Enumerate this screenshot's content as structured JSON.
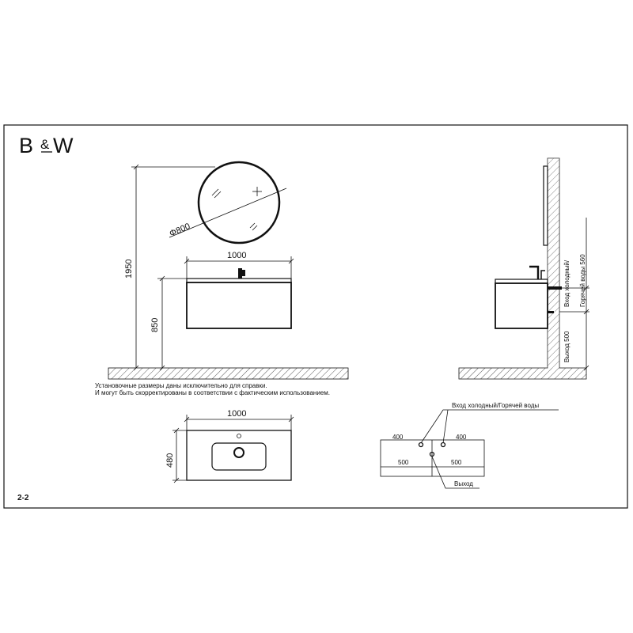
{
  "brand": {
    "logo_b": "B",
    "logo_amp": "&",
    "logo_w": "W"
  },
  "sheet_number": "2-2",
  "front_view": {
    "mirror_diameter": "Φ800",
    "cabinet_width": "1000",
    "total_height": "1950",
    "counter_height": "850"
  },
  "side_view": {
    "inlet_label": "Вход холодный/",
    "inlet_label_2": "Горячей воды 560",
    "outlet_label": "Выход 500"
  },
  "note": {
    "line1": "Установочные размеры даны исключительно для справки.",
    "line2": "И могут быть скорректированы в соответствии с фактическим использованием."
  },
  "top_view": {
    "width": "1000",
    "depth": "480"
  },
  "wall_plan": {
    "inlet_callout": "Вход холодный/Горячей воды",
    "outlet_callout": "Выход",
    "left_inlet_offset": "400",
    "right_inlet_offset": "400",
    "left_outlet_offset": "500",
    "right_outlet_offset": "500"
  }
}
